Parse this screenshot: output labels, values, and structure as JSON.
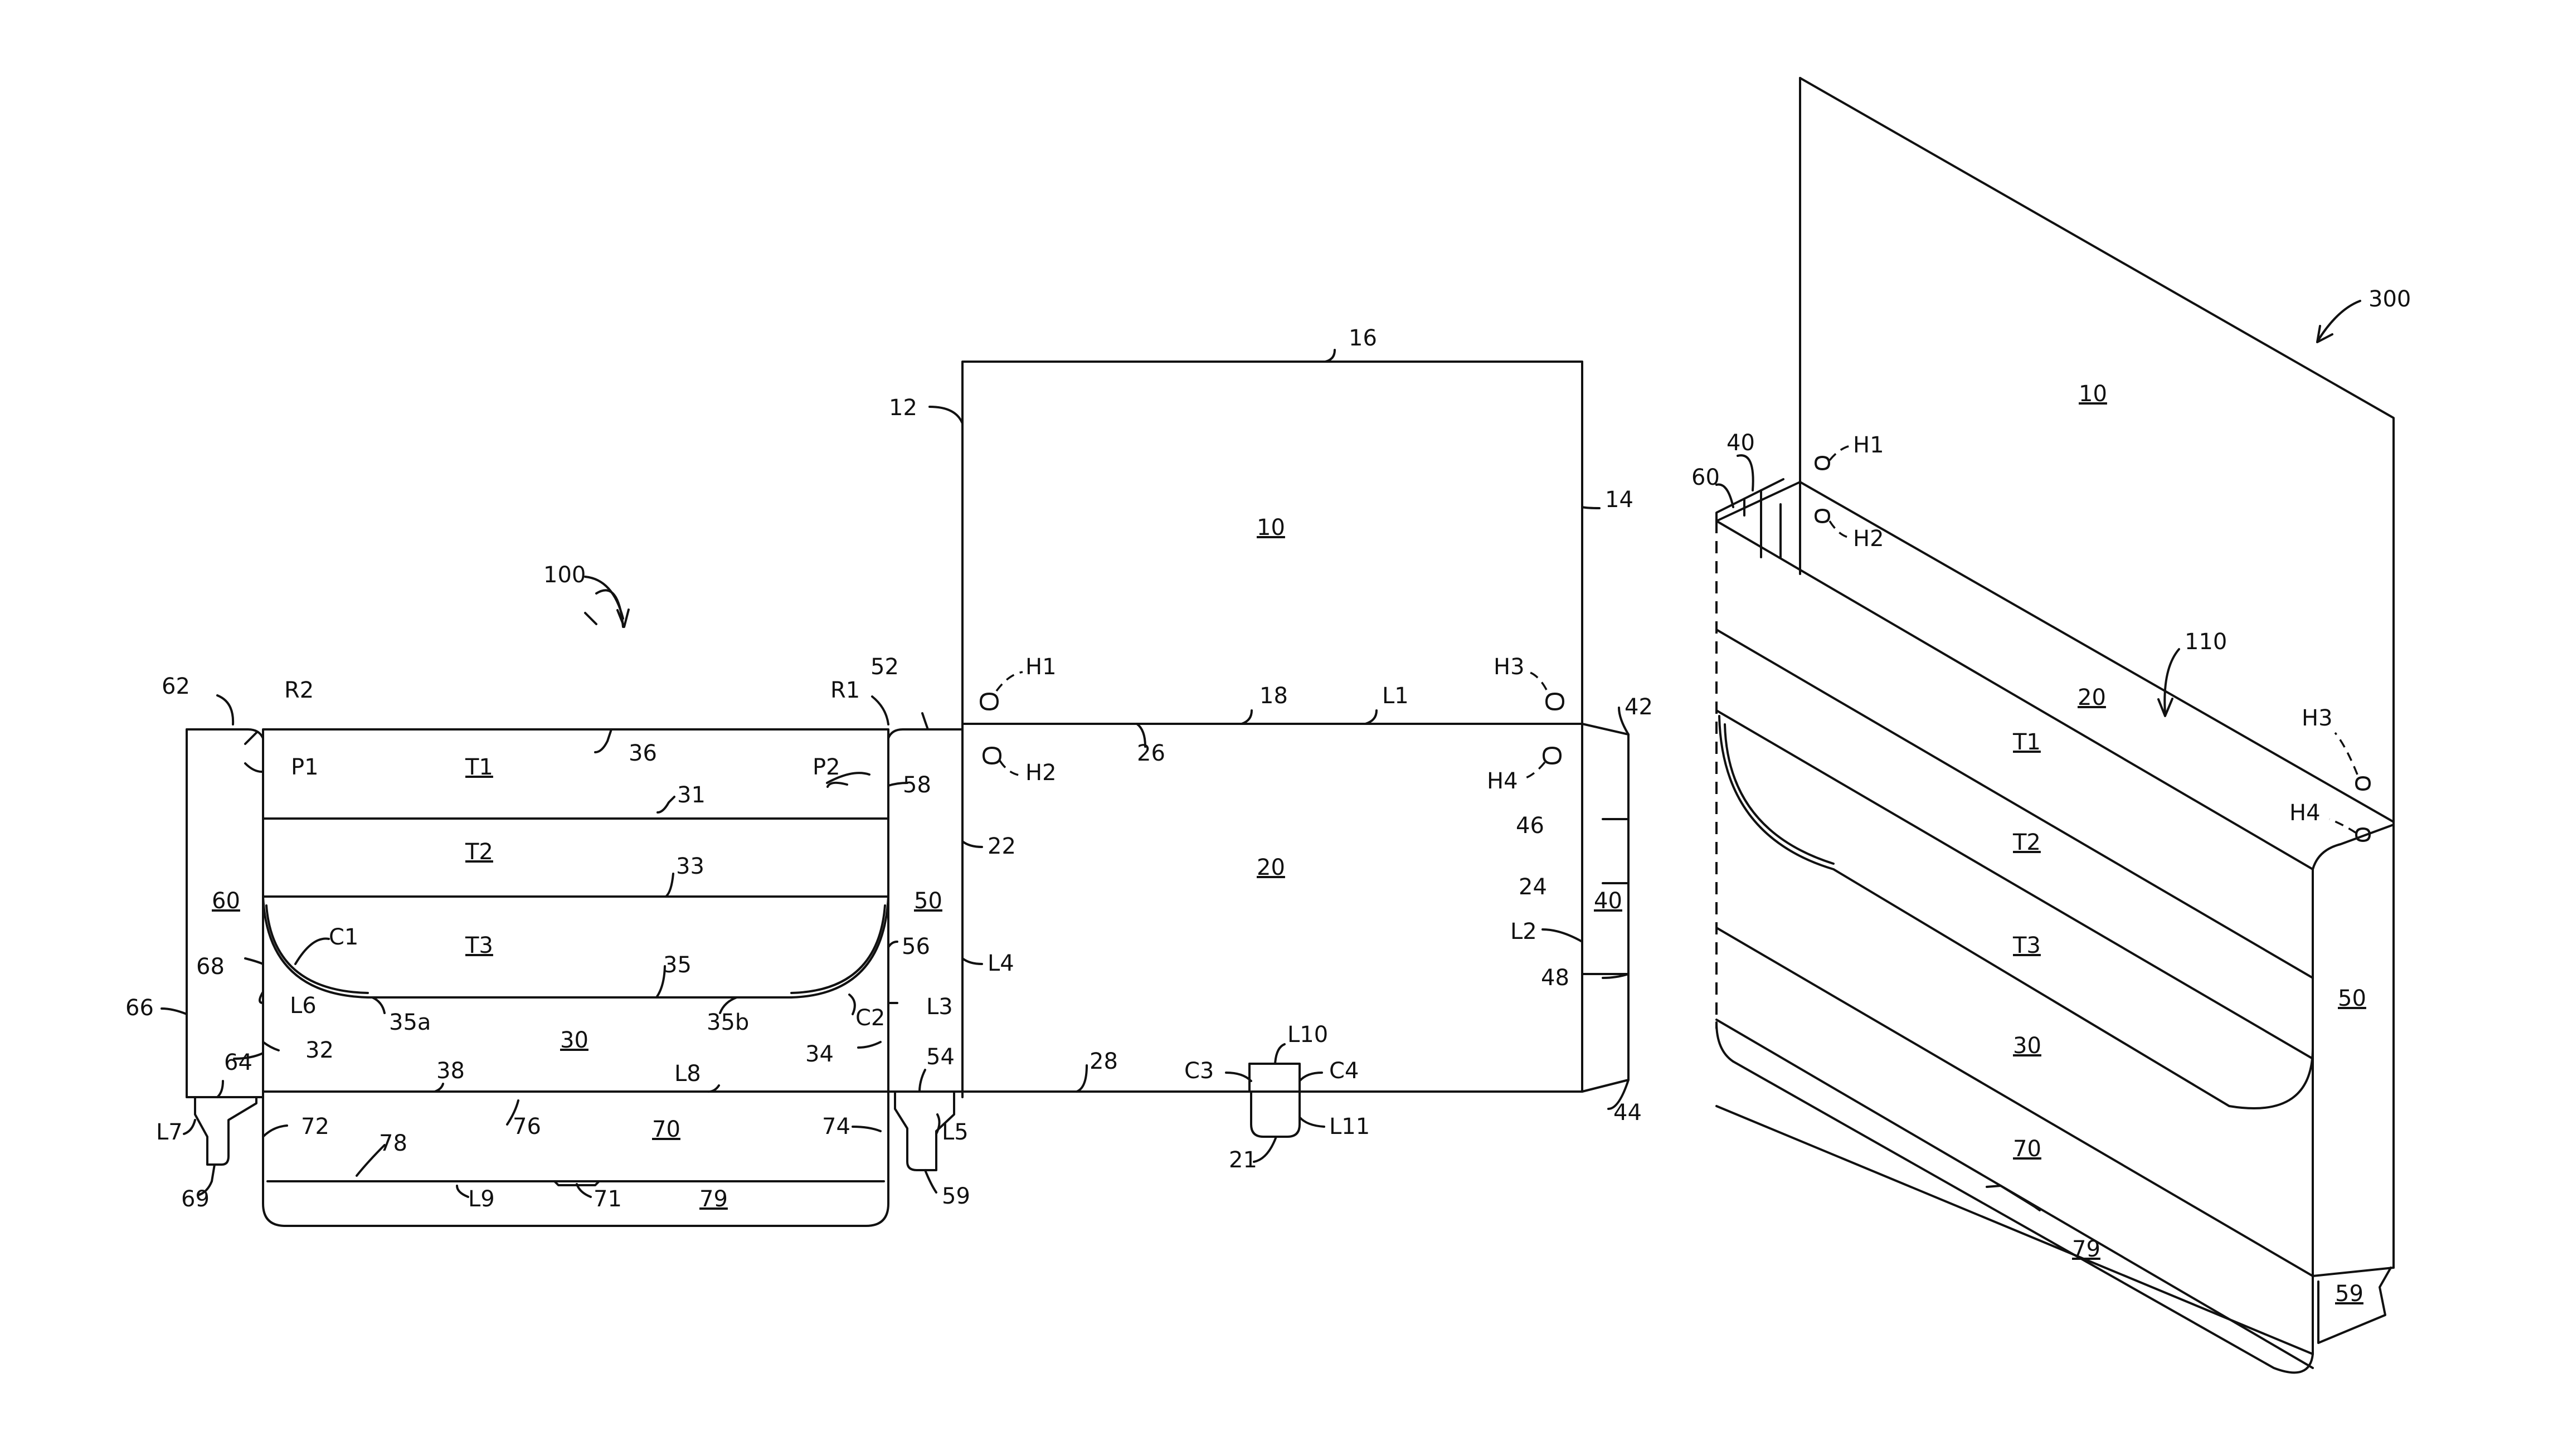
{
  "labels": {
    "fig100": "100",
    "fig300": "300",
    "fig110": "110",
    "p10": "10",
    "p12": "12",
    "p14": "14",
    "p16": "16",
    "p18": "18",
    "p20": "20",
    "p21": "21",
    "p22": "22",
    "p24": "24",
    "p26": "26",
    "p28": "28",
    "p30": "30",
    "p31": "31",
    "p32": "32",
    "p33": "33",
    "p34": "34",
    "p35": "35",
    "p35a": "35a",
    "p35b": "35b",
    "p36": "36",
    "p38": "38",
    "p40": "40",
    "p42": "42",
    "p44": "44",
    "p46": "46",
    "p48": "48",
    "p50": "50",
    "p52": "52",
    "p54": "54",
    "p56": "56",
    "p58": "58",
    "p59": "59",
    "p60": "60",
    "p62": "62",
    "p64": "64",
    "p66": "66",
    "p68": "68",
    "p69": "69",
    "p70": "70",
    "p71": "71",
    "p72": "72",
    "p74": "74",
    "p76": "76",
    "p78": "78",
    "p79": "79",
    "T1": "T1",
    "T2": "T2",
    "T3": "T3",
    "L1": "L1",
    "L2": "L2",
    "L3": "L3",
    "L4": "L4",
    "L5": "L5",
    "L6": "L6",
    "L7": "L7",
    "L8": "L8",
    "L9": "L9",
    "L10": "L10",
    "L11": "L11",
    "C1": "C1",
    "C2": "C2",
    "C3": "C3",
    "C4": "C4",
    "H1": "H1",
    "H2": "H2",
    "H3": "H3",
    "H4": "H4",
    "R1": "R1",
    "R2": "R2",
    "P1": "P1",
    "P2": "P2"
  }
}
